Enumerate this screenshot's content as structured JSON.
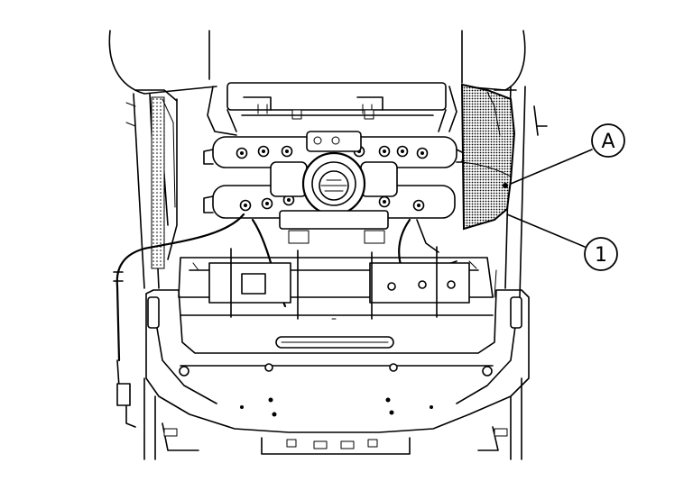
{
  "callouts": [
    {
      "id": "A",
      "label": "A"
    },
    {
      "id": "1",
      "label": "1"
    }
  ],
  "colors": {
    "line": "#000000",
    "background": "#ffffff",
    "shaded_part": "#9a9a9a"
  }
}
